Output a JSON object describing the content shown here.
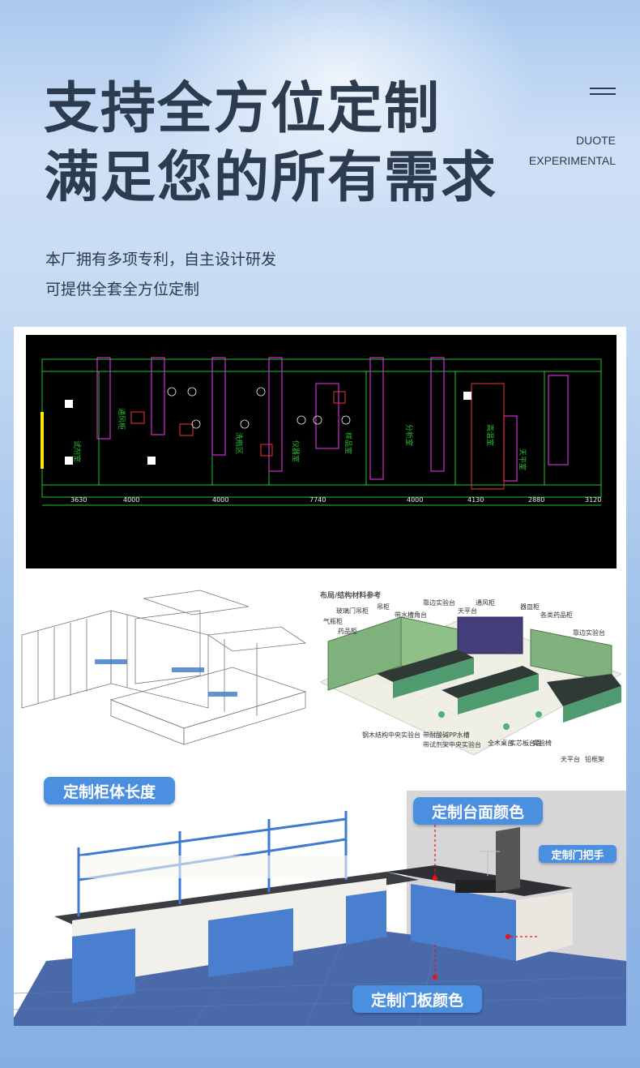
{
  "header": {
    "title_line1": "支持全方位定制",
    "title_line2": "满足您的所有需求",
    "brand_line1": "DUOTE",
    "brand_line2": "EXPERIMENTAL",
    "subtitle_line1": "本厂拥有多项专利，自主设计研发",
    "subtitle_line2": "可提供全套全方位定制",
    "menu_icon": "hamburger-menu-icon"
  },
  "cad": {
    "dimensions": [
      "3630",
      "4000",
      "4000",
      "7740",
      "4000",
      "4130",
      "2880",
      "3120"
    ],
    "room_labels": [
      "试剂室",
      "天平室",
      "通风柜",
      "洗瓶区",
      "仪器室",
      "样品室",
      "分析室",
      "高温室"
    ]
  },
  "iso_right": {
    "title": "布局/结构材料参考",
    "labels": [
      "玻璃门吊柜",
      "吊柜",
      "带水槽角台",
      "靠边实验台",
      "天平台",
      "通风柜",
      "器皿柜",
      "各类药品柜",
      "气瓶柜",
      "药品柜",
      "靠边实验台",
      "钢木结构中央实验台",
      "带耐酸碱PP水槽",
      "带试剂架中央实验台",
      "全木桌台",
      "实芯板台面",
      "实验椅",
      "天平台",
      "铅框架"
    ]
  },
  "callouts": {
    "length": "定制柜体长度",
    "countertop": "定制台面颜色",
    "handle": "定制门把手",
    "door": "定制门板颜色"
  },
  "colors": {
    "accent": "#4b8fe0",
    "title_text": "#2c3b4e",
    "cabinet_blue": "#4a7fd0"
  }
}
